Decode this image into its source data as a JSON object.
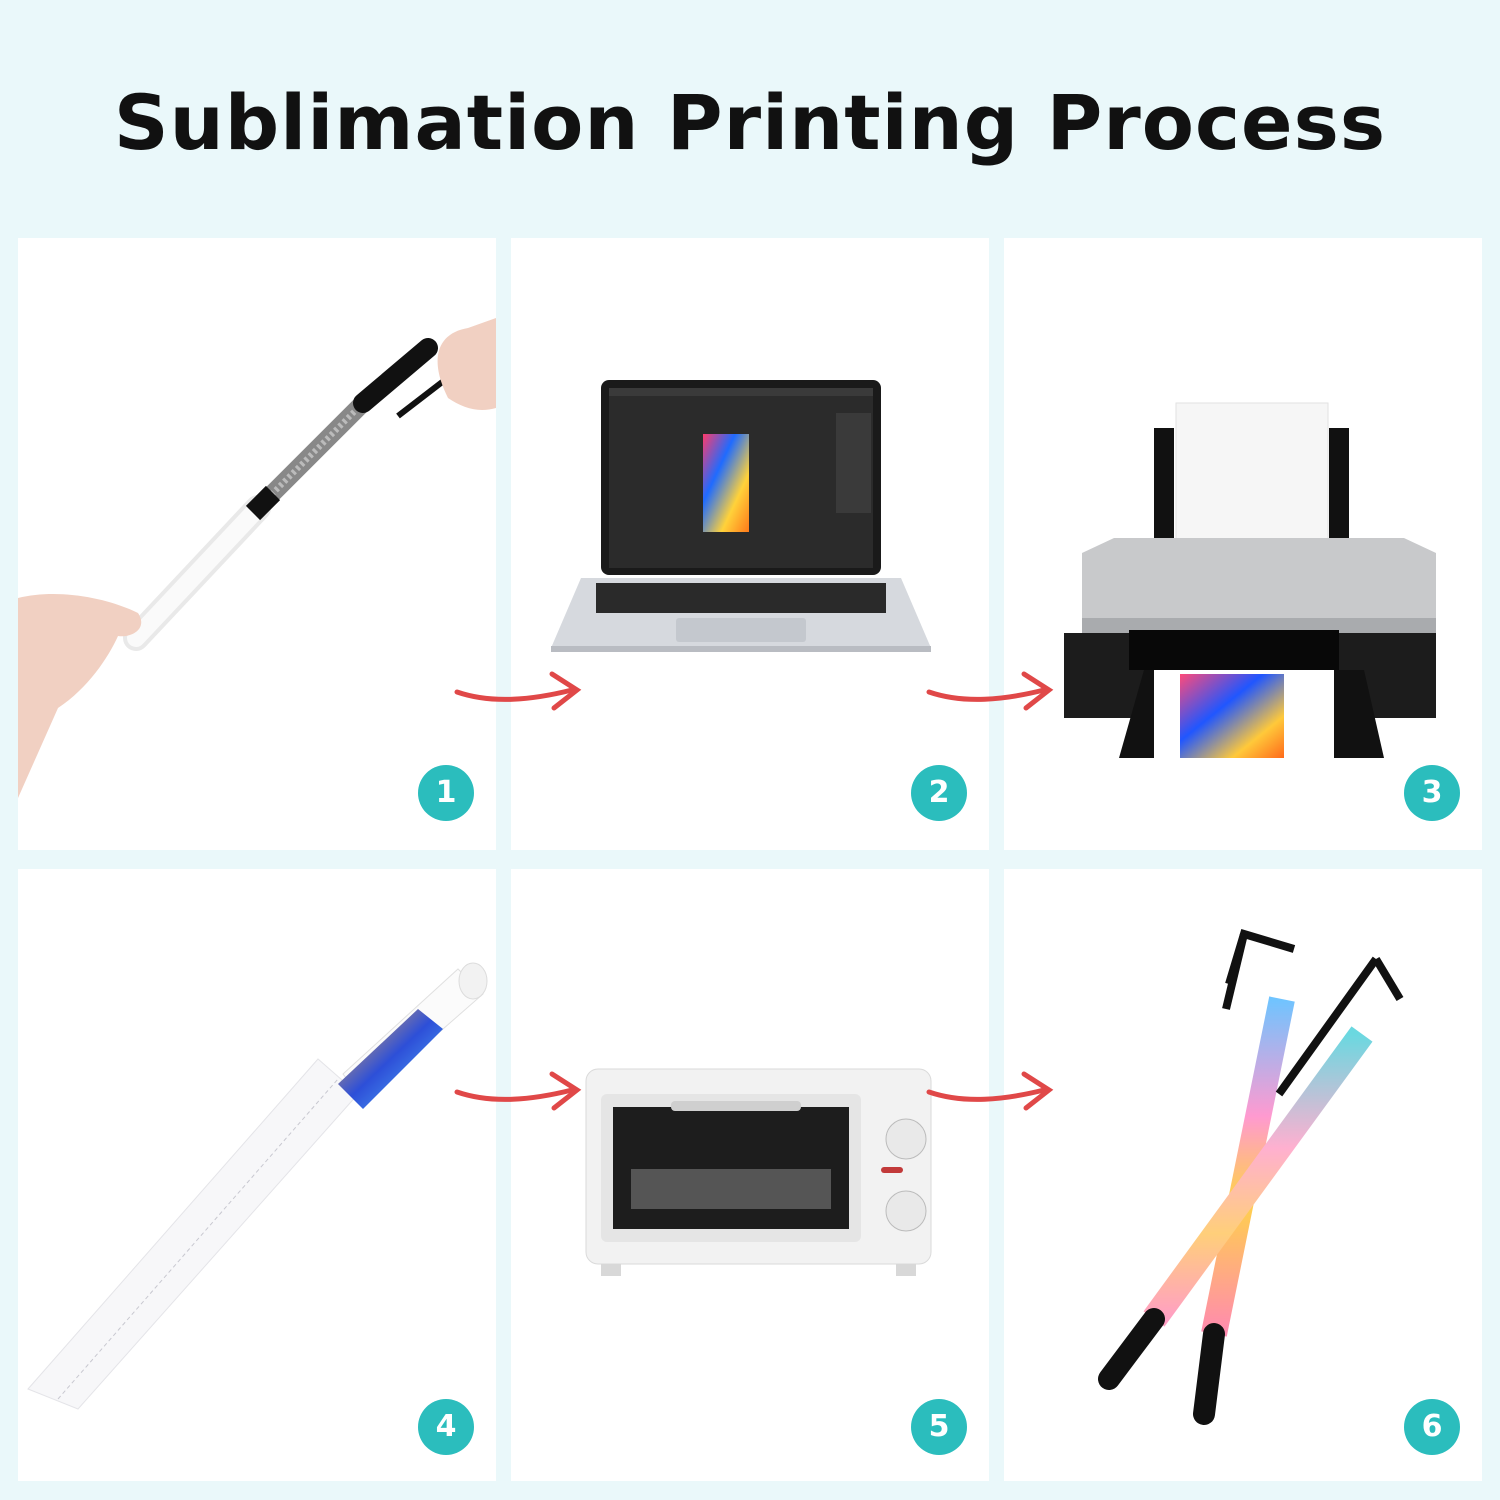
{
  "title": "Sublimation Printing Process",
  "steps": [
    {
      "number": "1"
    },
    {
      "number": "2"
    },
    {
      "number": "3"
    },
    {
      "number": "4"
    },
    {
      "number": "5"
    },
    {
      "number": "6"
    }
  ],
  "colors": {
    "background": "#eaf8fa",
    "panel": "#ffffff",
    "badge": "#2bbdbd",
    "arrow": "#e04848"
  }
}
